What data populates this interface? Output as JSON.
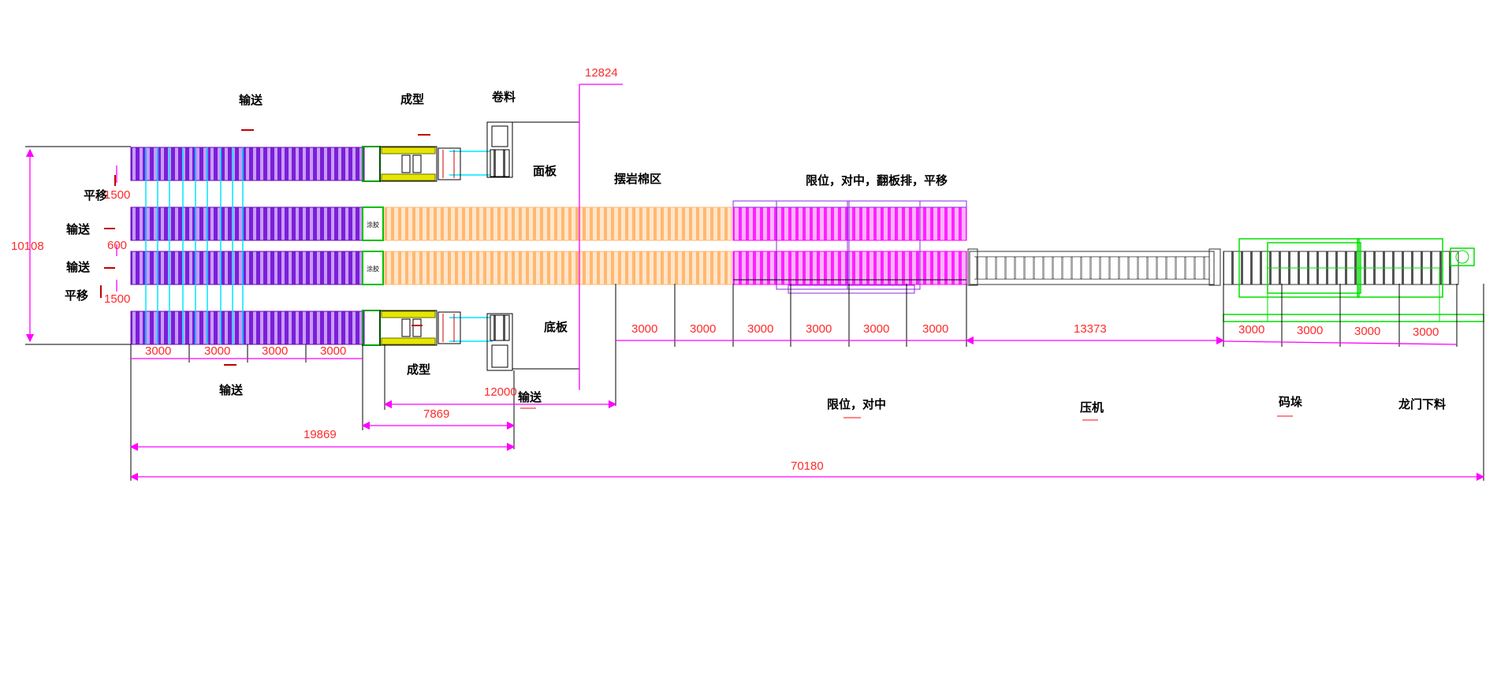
{
  "colors": {
    "conveyor": "#8a2be2",
    "conveyor_fill": "#b56cff",
    "orange_zone": "#ffc08a",
    "magenta_zone": "#ff3cff",
    "dimension_line": "#ff00ff",
    "dimension_text": "#ff2a2a",
    "green_machine": "#00e000",
    "yellow_former": "#e6e600",
    "cyan_transfer": "#00e5ff",
    "dark_line": "#000000",
    "arrow_red": "#c00000"
  },
  "labels": {
    "conveying_top": "输送",
    "forming_top": "成型",
    "coiling": "卷料",
    "panel_face": "面板",
    "rockwool_zone": "摆岩棉区",
    "limit_center_flip": "限位，对中，翻板排，平移",
    "translate_upper": "平移",
    "conveying_row2": "输送",
    "conveying_row3": "输送",
    "translate_lower": "平移",
    "panel_bottom": "底板",
    "forming_bottom": "成型",
    "conveying_bottom": "输送",
    "conveying_mid": "输送",
    "limit_center": "限位，对中",
    "press": "压机",
    "stacking": "码垛",
    "gantry_unload": "龙门下料",
    "glue_1": "涂胶",
    "glue_2": "涂胶"
  },
  "dimensions": {
    "d12824": "12824",
    "d10108": "10108",
    "d1500_top": "1500",
    "d600": "600",
    "d1500_bottom": "1500",
    "d12000": "12000",
    "d7869": "7869",
    "d19869": "19869",
    "d70180": "70180",
    "d13373": "13373",
    "left_segments": [
      "3000",
      "3000",
      "3000",
      "3000"
    ],
    "mid_segments": [
      "3000",
      "3000",
      "3000",
      "3000",
      "3000",
      "3000"
    ],
    "right_segments": [
      "3000",
      "3000",
      "3000",
      "3000"
    ]
  }
}
